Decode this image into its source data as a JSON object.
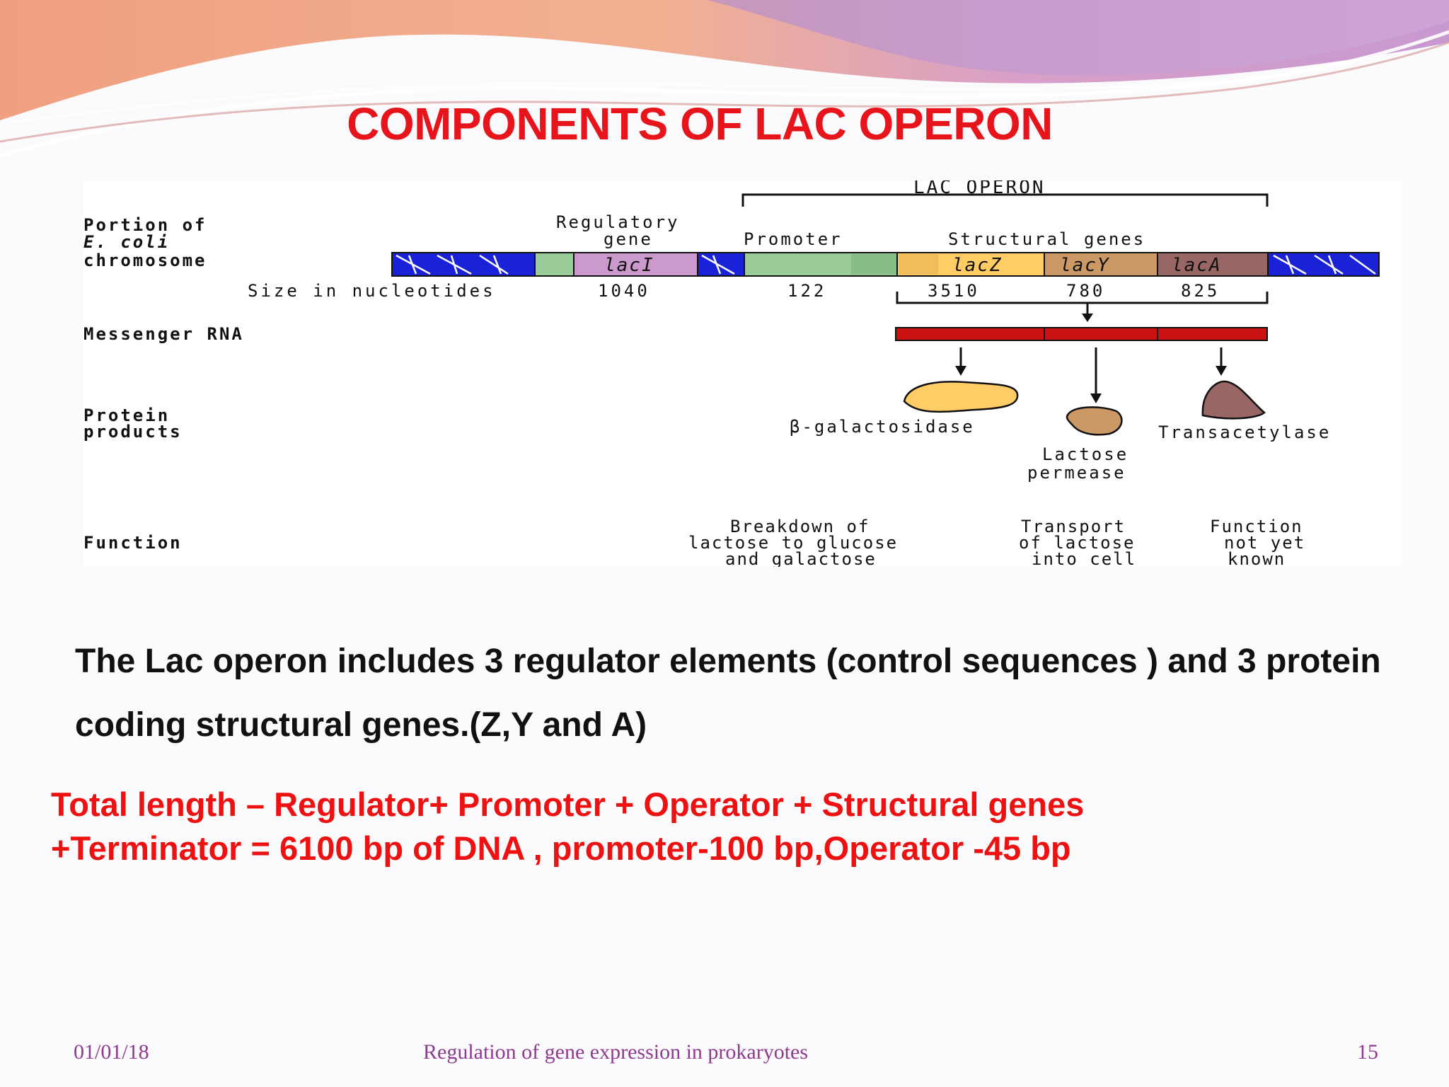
{
  "slide": {
    "title": "COMPONENTS OF LAC OPERON",
    "title_color": "#e8141b",
    "paragraph": "The Lac operon includes 3  regulator elements (control sequences ) and 3 protein coding structural genes.(Z,Y and A)",
    "red_note_line1": "Total length – Regulator+ Promoter + Operator + Structural genes",
    "red_note_line2": "+Terminator = 6100 bp of DNA  , promoter-100 bp,Operator -45 bp",
    "red_color": "#ee1111"
  },
  "diagram": {
    "lac_operon_label": "LAC OPERON",
    "row_labels": {
      "portion_of": "Portion of",
      "ecoli": "E. coli",
      "chromosome": "chromosome",
      "size_label": "Size in nucleotides",
      "mrna": "Messenger RNA",
      "protein1": "Protein",
      "protein2": "products",
      "function": "Function"
    },
    "region_labels": {
      "regulatory1": "Regulatory",
      "regulatory2": "gene",
      "promoter": "Promoter",
      "structural": "Structural genes"
    },
    "genes": {
      "laci": "lacI",
      "lacz": "lacZ",
      "lacy": "lacY",
      "laca": "lacA"
    },
    "sizes": {
      "laci": "1040",
      "promoter": "122",
      "lacz": "3510",
      "lacy": "780",
      "laca": "825"
    },
    "proteins": {
      "galactosidase": "β-galactosidase",
      "permease1": "Lactose",
      "permease2": "permease",
      "transacetylase": "Transacetylase"
    },
    "functions": {
      "f1_line1": "Breakdown of",
      "f1_line2": "lactose to glucose",
      "f1_line3": "and galactose",
      "f2_line1": "Transport",
      "f2_line2": "of lactose",
      "f2_line3": "into cell",
      "f3_line1": "Function",
      "f3_line2": "not yet",
      "f3_line3": "known"
    },
    "colors": {
      "chromosome_blue": "#1a22d8",
      "promoter_green": "#99cc99",
      "laci_purple": "#cc99cc",
      "lacz_yellow": "#ffcc66",
      "lacy_tan": "#cc9966",
      "laca_brown": "#996666",
      "mrna_red": "#cc1111"
    }
  },
  "footer": {
    "date": "01/01/18",
    "title": "Regulation of gene expression in prokaryotes",
    "page": "15",
    "color": "#8e3a8e"
  }
}
